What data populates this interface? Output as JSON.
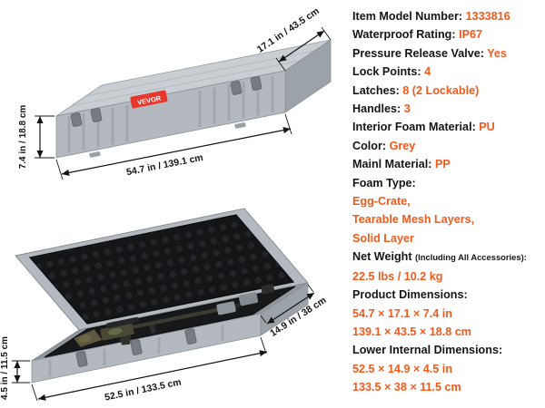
{
  "colors": {
    "accent": "#f25a1c",
    "label_text": "#151515",
    "case_grey": "#b3b9bf",
    "foam_black": "#17181a",
    "logo_red": "#e8382e"
  },
  "brand": {
    "logo_text": "VEVOR"
  },
  "illustrations": {
    "closed_case": {
      "dims": {
        "depth": "17.1 in / 43.5 cm",
        "height": "7.4 in / 18.8 cm",
        "length": "54.7 in / 139.1 cm"
      }
    },
    "open_case": {
      "dims": {
        "depth": "14.9 in / 38 cm",
        "height": "4.5 in / 11.5 cm",
        "length": "52.5 in / 133.5 cm"
      }
    }
  },
  "specs": {
    "lines": [
      {
        "segs": [
          {
            "t": "Item Model Number: ",
            "s": "label"
          },
          {
            "t": "1333816",
            "s": "value"
          }
        ]
      },
      {
        "segs": [
          {
            "t": "Waterproof Rating: ",
            "s": "label"
          },
          {
            "t": "IP67",
            "s": "value"
          }
        ]
      },
      {
        "segs": [
          {
            "t": "Pressure Release Valve: ",
            "s": "label"
          },
          {
            "t": "Yes",
            "s": "value"
          }
        ]
      },
      {
        "segs": [
          {
            "t": "Lock Points: ",
            "s": "label"
          },
          {
            "t": "4",
            "s": "value"
          }
        ]
      },
      {
        "segs": [
          {
            "t": "Latches: ",
            "s": "label"
          },
          {
            "t": "8 (2 Lockable)",
            "s": "value"
          }
        ]
      },
      {
        "segs": [
          {
            "t": "Handles: ",
            "s": "label"
          },
          {
            "t": "3",
            "s": "value"
          }
        ]
      },
      {
        "segs": [
          {
            "t": "Interior Foam Material: ",
            "s": "label"
          },
          {
            "t": "PU",
            "s": "value"
          }
        ]
      },
      {
        "segs": [
          {
            "t": "Color: ",
            "s": "label"
          },
          {
            "t": "Grey",
            "s": "value"
          }
        ]
      },
      {
        "segs": [
          {
            "t": "Mainl Material: ",
            "s": "label"
          },
          {
            "t": "PP",
            "s": "value"
          }
        ]
      },
      {
        "segs": [
          {
            "t": "Foam Type:",
            "s": "label"
          }
        ]
      },
      {
        "segs": [
          {
            "t": "Egg-Crate,",
            "s": "value"
          }
        ]
      },
      {
        "segs": [
          {
            "t": "Tearable Mesh Layers,",
            "s": "value"
          }
        ]
      },
      {
        "segs": [
          {
            "t": "Solid Layer",
            "s": "value"
          }
        ]
      },
      {
        "segs": [
          {
            "t": "Net Weight ",
            "s": "label"
          },
          {
            "t": "(Including All Accessories):",
            "s": "small"
          }
        ]
      },
      {
        "segs": [
          {
            "t": "22.5 lbs / 10.2 kg",
            "s": "value"
          }
        ]
      },
      {
        "segs": [
          {
            "t": "Product Dimensions:",
            "s": "label"
          }
        ]
      },
      {
        "segs": [
          {
            "t": "54.7 × 17.1 × 7.4 in",
            "s": "value"
          }
        ]
      },
      {
        "segs": [
          {
            "t": "139.1 × 43.5 × 18.8 cm",
            "s": "value"
          }
        ]
      },
      {
        "segs": [
          {
            "t": "Lower Internal Dimensions:",
            "s": "label"
          }
        ]
      },
      {
        "segs": [
          {
            "t": "52.5 × 14.9 × 4.5 in",
            "s": "value"
          }
        ]
      },
      {
        "segs": [
          {
            "t": "133.5 × 38 × 11.5 cm",
            "s": "value"
          }
        ]
      }
    ]
  }
}
